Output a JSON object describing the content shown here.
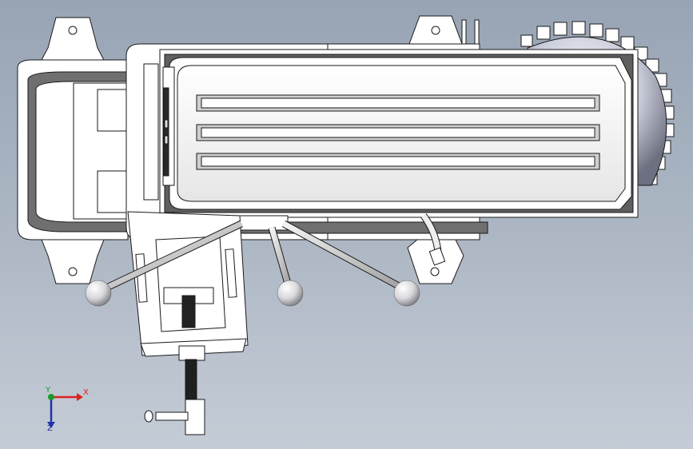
{
  "viewport": {
    "background_top": "#98a4b4",
    "background_bottom": "#c4ccd6",
    "model_fill": "#ffffff",
    "model_stroke": "#1a1a1a",
    "shadow_color": "#7f7f7f"
  },
  "triad": {
    "x_label": "X",
    "y_label": "Y",
    "z_label": "Z",
    "x_color": "#dd2222",
    "y_color": "#1a9a2a",
    "z_color": "#2233aa"
  }
}
